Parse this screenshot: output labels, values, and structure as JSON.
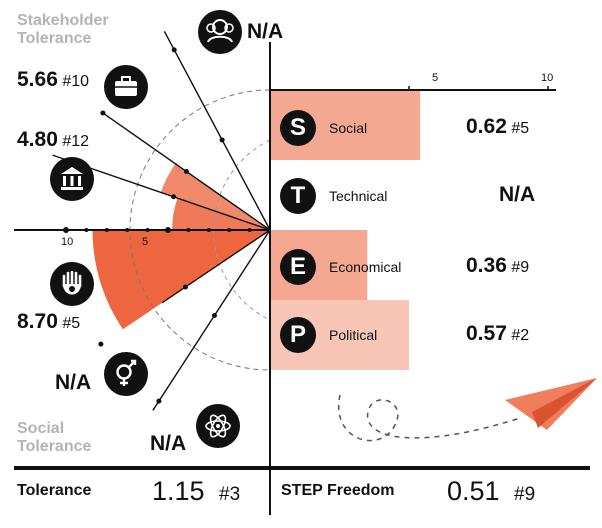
{
  "left_panel": {
    "header_top": [
      "Stakeholder",
      "Tolerance"
    ],
    "header_bottom": [
      "Social",
      "Tolerance"
    ],
    "axis_ticks": [
      "10",
      "5"
    ],
    "items": [
      {
        "id": "inclusion",
        "icon": "people-icon",
        "value": "N/A",
        "rank": ""
      },
      {
        "id": "business",
        "icon": "briefcase-icon",
        "value": "5.66",
        "rank": "#10"
      },
      {
        "id": "government",
        "icon": "government-building-icon",
        "value": "4.80",
        "rank": "#12"
      },
      {
        "id": "religion",
        "icon": "hamsa-hand-icon",
        "value": "8.70",
        "rank": "#5"
      },
      {
        "id": "gender",
        "icon": "gender-icon",
        "value": "N/A",
        "rank": ""
      },
      {
        "id": "science",
        "icon": "atom-icon",
        "value": "N/A",
        "rank": ""
      }
    ]
  },
  "right_panel": {
    "axis_ticks": [
      "5",
      "10"
    ],
    "items": [
      {
        "letter": "S",
        "name": "Social",
        "value": "0.62",
        "rank": "#5"
      },
      {
        "letter": "T",
        "name": "Technical",
        "value": "N/A",
        "rank": ""
      },
      {
        "letter": "E",
        "name": "Economical",
        "value": "0.36",
        "rank": "#9"
      },
      {
        "letter": "P",
        "name": "Political",
        "value": "0.57",
        "rank": "#2"
      }
    ]
  },
  "footer": {
    "left": {
      "label": "Tolerance",
      "value": "1.15",
      "rank": "#3"
    },
    "right": {
      "label": "STEP Freedom",
      "value": "0.51",
      "rank": "#9"
    }
  },
  "colors": {
    "wedge_business": "#f08a6a",
    "wedge_government": "#ef7a59",
    "wedge_religion": "#ee6640",
    "bar_social": "#f5a891",
    "bar_economical": "#f5a891",
    "bar_political": "#f8c5b6",
    "plane": "#f07d5b"
  },
  "chart_data": [
    {
      "type": "radial-bar",
      "title": "",
      "scale_max": 10,
      "ticks": [
        10,
        5
      ],
      "categories": [
        "Inclusion",
        "Business",
        "Government",
        "Religion",
        "Gender",
        "Science"
      ],
      "values": [
        null,
        5.66,
        4.8,
        8.7,
        null,
        null
      ],
      "ranks": [
        null,
        10,
        12,
        5,
        null,
        null
      ]
    },
    {
      "type": "bar",
      "orientation": "horizontal",
      "xlim": [
        0,
        10
      ],
      "ticks": [
        5,
        10
      ],
      "categories": [
        "Social",
        "Technical",
        "Economical",
        "Political"
      ],
      "values": [
        5.4,
        null,
        3.5,
        5.0
      ],
      "labels": [
        "0.62",
        "N/A",
        "0.36",
        "0.57"
      ],
      "ranks": [
        5,
        null,
        9,
        2
      ]
    }
  ]
}
